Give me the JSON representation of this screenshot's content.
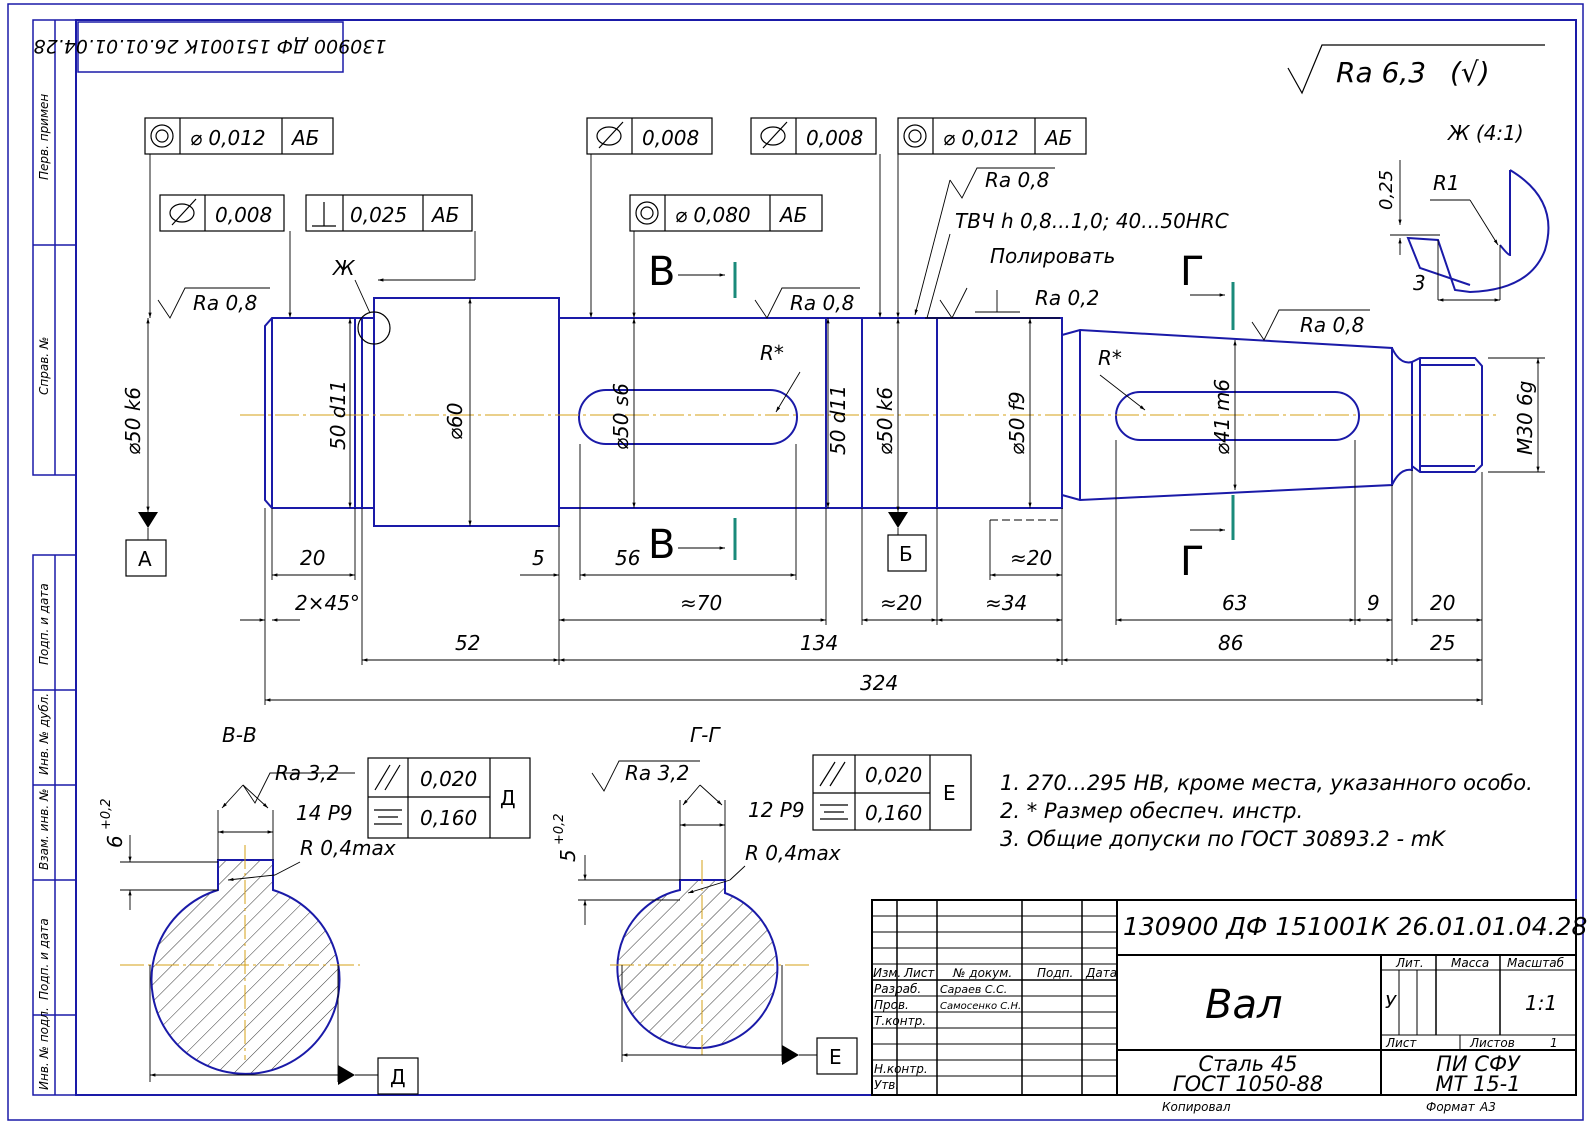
{
  "colors": {
    "part_outline": "#1a1aa8",
    "frame": "#1a1aa8",
    "center_line": "#d4a017",
    "section_mark": "#1a8a7a",
    "dims": "#000000"
  },
  "top_stamp": "130900 ДФ 151001К 26.01.01.04.28",
  "side_labels": [
    "Перв. примен",
    "Справ. №",
    "Подп. и дата",
    "Инв. № дубл.",
    "Взам. инв. №",
    "Подп. и дата",
    "Инв. № подл."
  ],
  "roughness_general": {
    "value": "Ra 6,3",
    "suffix": "(√)"
  },
  "detail_view": {
    "label": "Ж (4:1)",
    "radius": "R1",
    "dim_vertical": "0,25",
    "dim_horizontal": "3"
  },
  "tolerance_frames": [
    {
      "symbol": "concentricity",
      "value": "⌀ 0,012",
      "datum": "АБ"
    },
    {
      "symbol": "cylindricity",
      "value": "0,008",
      "datum": ""
    },
    {
      "symbol": "perpendicularity",
      "value": "0,025",
      "datum": "АБ"
    },
    {
      "symbol": "cylindricity",
      "value": "0,008",
      "datum": ""
    },
    {
      "symbol": "concentricity",
      "value": "⌀ 0,080",
      "datum": "АБ"
    },
    {
      "symbol": "cylindricity",
      "value": "0,008",
      "datum": ""
    },
    {
      "symbol": "concentricity",
      "value": "⌀ 0,012",
      "datum": "АБ"
    }
  ],
  "annotations": {
    "ra08_a": "Ra 0,8",
    "ra08_b": "Ra 0,8",
    "ra08_c": "Ra 0,8",
    "ra08_d": "Ra 0,8",
    "ra02": "Ra 0,2",
    "hardening": "ТВЧ h 0,8...1,0; 40...50HRC",
    "polish": "Полировать",
    "detail_mark": "Ж",
    "r_star_1": "R*",
    "r_star_2": "R*",
    "section_b": "В",
    "section_g": "Г",
    "datum_a": "А",
    "datum_b": "Б"
  },
  "diameters": [
    "⌀50 k6",
    "50 d11",
    "⌀60",
    "⌀50 s6",
    "50 d11",
    "⌀50 k6",
    "⌀50 f9",
    "⌀41 m6",
    "M30 6g"
  ],
  "dimensions": {
    "d20a": "20",
    "chamfer": "2×45°",
    "d5": "5",
    "d56": "56",
    "d70": "≈70",
    "d20b": "≈20",
    "d34": "≈34",
    "d20c": "≈20",
    "d63": "63",
    "d9": "9",
    "d20d": "20",
    "d52": "52",
    "d134": "134",
    "d86": "86",
    "d25": "25",
    "d324": "324"
  },
  "section_bb": {
    "title": "В-В",
    "ra": "Ra 3,2",
    "width": "14 P9",
    "depth": "6",
    "depth_tol": "+0,2",
    "radius": "R 0,4max",
    "frame": {
      "parallel": "0,020",
      "symmetry": "0,160",
      "datum": "Д"
    }
  },
  "section_gg": {
    "title": "Г-Г",
    "ra": "Ra 3,2",
    "width": "12 P9",
    "depth": "5",
    "depth_tol": "+0,2",
    "radius": "R 0,4max",
    "frame": {
      "parallel": "0,020",
      "symmetry": "0,160",
      "datum": "Е"
    }
  },
  "notes": [
    "1. 270...295 HB, кроме места, указанного особо.",
    "2. * Размер обеспеч. инстр.",
    "3. Общие допуски по ГОСТ 30893.2 - mK"
  ],
  "title_block": {
    "doc_number": "130900 ДФ 151001К 26.01.01.04.28",
    "part_name": "Вал",
    "material_1": "Сталь 45",
    "material_2": "ГОСТ 1050-88",
    "org_1": "ПИ СФУ",
    "org_2": "МТ 15-1",
    "headers": {
      "izm": "Изм.",
      "list": "Лист",
      "doc": "№ докум.",
      "sign": "Подп.",
      "date": "Дата"
    },
    "rows": {
      "razrab": "Разраб.",
      "prov": "Пров.",
      "tkontr": "Т.контр.",
      "nkontr": "Н.контр.",
      "utv": "Утв."
    },
    "razrab_name": "Сараев С.С.",
    "prov_name": "Самосенко С.Н.",
    "lit_label": "Лит.",
    "mass_label": "Масса",
    "scale_label": "Масштаб",
    "lit_value": "У",
    "scale_value": "1:1",
    "sheet_label": "Лист",
    "sheets_label": "Листов",
    "sheets_value": "1",
    "copied": "Копировал",
    "format_label": "Формат",
    "format_value": "А3"
  }
}
